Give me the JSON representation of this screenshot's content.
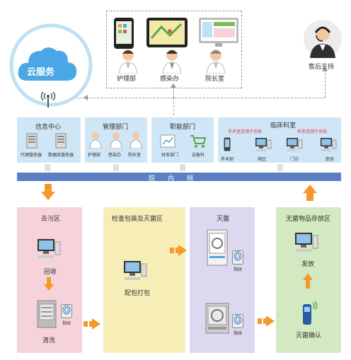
{
  "cloud": {
    "label": "云服务"
  },
  "top_roles": [
    {
      "id": "nursing",
      "label": "护理部"
    },
    {
      "id": "infection",
      "label": "感染办"
    },
    {
      "id": "director",
      "label": "院长室"
    }
  ],
  "support": {
    "label": "售后支持"
  },
  "departments": {
    "info_center": {
      "title": "信息中心",
      "items": [
        "代理服务器",
        "数据库服务器"
      ]
    },
    "management": {
      "title": "管理部门",
      "items": [
        "护理部",
        "感染办",
        "院长室"
      ]
    },
    "functional": {
      "title": "职能部门",
      "items": [
        "财务部门",
        "设备科"
      ]
    },
    "clinical": {
      "title": "临床科室",
      "subsystems": [
        "手术室追溯子系统",
        "科室追溯子系统"
      ],
      "items": [
        "手术部",
        "病区",
        "门诊",
        "医技"
      ]
    }
  },
  "network": {
    "label": "院　　内　　网"
  },
  "zones": {
    "decontam": {
      "title": "去污区",
      "steps": [
        "回收",
        "清洗"
      ],
      "fingerprint": "指纹"
    },
    "inspection": {
      "title": "检查包装及灭菌区",
      "steps": [
        "配包打包"
      ]
    },
    "sterilize": {
      "title": "灭菌",
      "fingerprints": [
        "指纹",
        "指纹"
      ]
    },
    "storage": {
      "title": "无菌物品存放区",
      "steps": [
        "发放",
        "灭菌确认"
      ]
    }
  },
  "colors": {
    "dept_panel": "#cfe6f7",
    "network_bar": "#5b7fc4",
    "orange": "#f39a2b",
    "zone_pink": "#f6d3db",
    "zone_yellow": "#f6eeb6",
    "zone_lavender": "#ddd7ef",
    "zone_green": "#d3e9c1",
    "subsystem_text": "#d63a52",
    "cloud": "#49a3e2"
  },
  "icons": [
    "cloud-icon",
    "signal-icon",
    "phone-icon",
    "tablet-icon",
    "monitor-icon",
    "doctor-icon",
    "headset-agent-icon",
    "server-icon",
    "computer-icon",
    "cart-icon",
    "scanner-icon",
    "sterilizer-icon",
    "washer-icon",
    "fingerprint-icon"
  ]
}
